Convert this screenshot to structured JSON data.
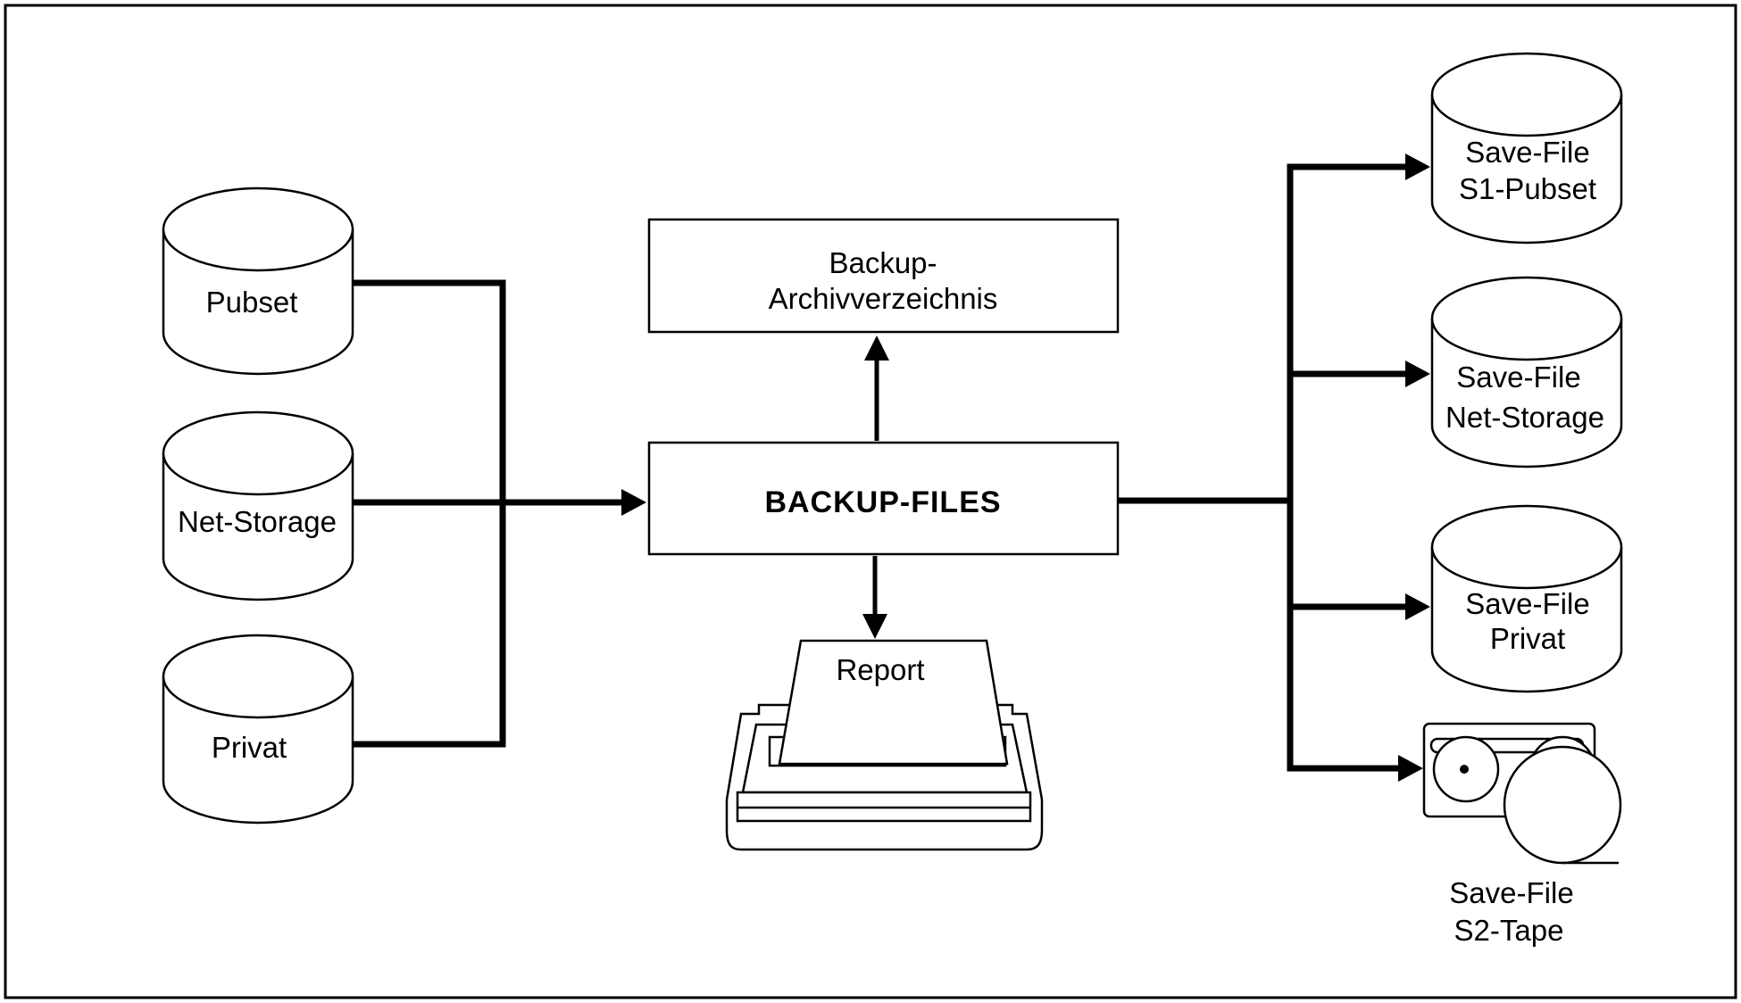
{
  "sources": {
    "pubset": "Pubset",
    "net_storage": "Net-Storage",
    "privat": "Privat"
  },
  "center": {
    "archive_line1": "Backup-",
    "archive_line2": "Archivverzeichnis",
    "backup_files": "BACKUP-FILES",
    "report": "Report"
  },
  "targets": {
    "s1_pubset": [
      "Save-File",
      "S1-Pubset"
    ],
    "net_storage": [
      "Save-File",
      "Net-Storage"
    ],
    "privat": [
      "Save-File",
      "Privat"
    ],
    "s2_tape": [
      "Save-File",
      "S2-Tape"
    ]
  }
}
